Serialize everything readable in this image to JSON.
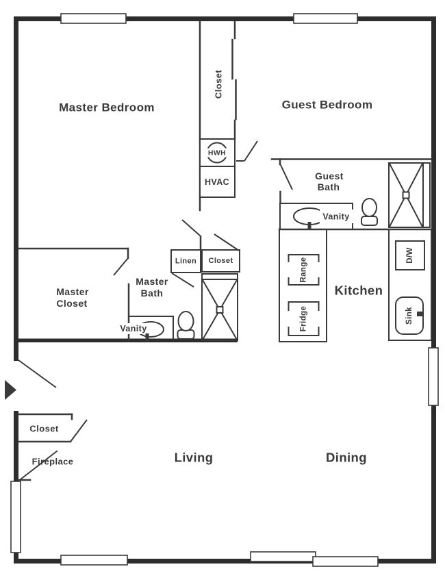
{
  "plan": {
    "title": "apartment-floor-plan",
    "rooms": {
      "master_bedroom": "Master Bedroom",
      "guest_bedroom": "Guest Bedroom",
      "kitchen": "Kitchen",
      "living": "Living",
      "dining": "Dining",
      "guest_bath_line1": "Guest",
      "guest_bath_line2": "Bath",
      "master_bath_line1": "Master",
      "master_bath_line2": "Bath",
      "master_closet_line1": "Master",
      "master_closet_line2": "Closet"
    },
    "features": {
      "closet_top": "Closet",
      "closet_hall": "Closet",
      "closet_entry": "Closet",
      "linen": "Linen",
      "fireplace": "Fireplace",
      "hwh": "HWH",
      "hvac": "HVAC",
      "vanity_master": "Vanity",
      "vanity_guest": "Vanity",
      "range": "Range",
      "fridge": "Fridge",
      "dishwasher": "D/W",
      "sink": "Sink"
    },
    "colors": {
      "exterior_wall": "#2d2d2d",
      "interior_line": "#3a3a3a",
      "text": "#3a3a3a",
      "background": "#ffffff"
    }
  }
}
